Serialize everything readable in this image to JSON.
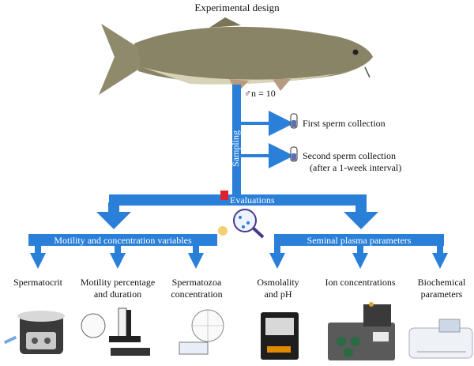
{
  "title": "Experimental design",
  "sample_size": "♂n = 10",
  "sampling_label": "Sampling",
  "collections": [
    {
      "label": "First sperm collection"
    },
    {
      "label": "Second sperm collection",
      "note": "(after a 1-week interval)"
    }
  ],
  "evaluations_label": "Evaluations",
  "groups": [
    {
      "title": "Motility and concentration variables",
      "params": [
        "Spermatocrit",
        "Motility percentage and duration",
        "Spermatozoa concentration"
      ]
    },
    {
      "title": "Seminal plasma parameters",
      "params": [
        "Osmolality and pH",
        "Ion concentrations",
        "Biochemical parameters"
      ]
    }
  ],
  "colors": {
    "flow": "#2a7fd8",
    "accent": "#e02030"
  }
}
